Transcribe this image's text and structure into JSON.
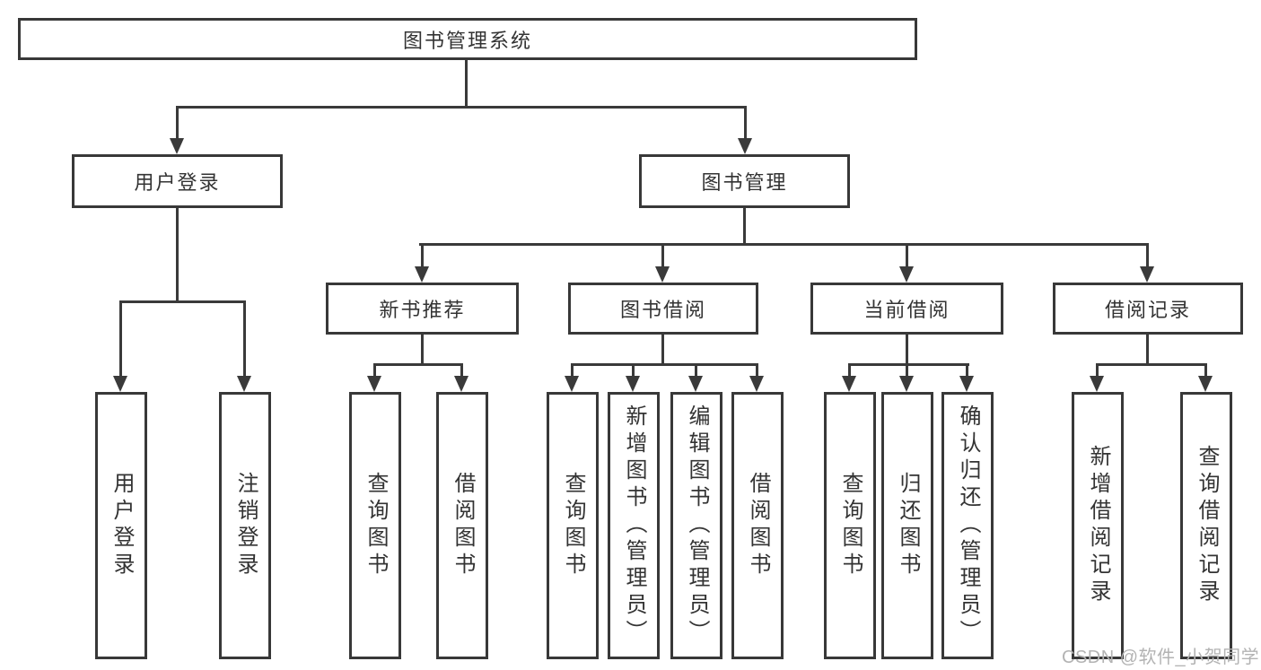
{
  "diagram_type": "hierarchy",
  "tree": {
    "label": "图书管理系统",
    "children": [
      {
        "label": "用户登录",
        "children": [
          {
            "label": "用户登录"
          },
          {
            "label": "注销登录"
          }
        ]
      },
      {
        "label": "图书管理",
        "children": [
          {
            "label": "新书推荐",
            "children": [
              {
                "label": "查询图书"
              },
              {
                "label": "借阅图书"
              }
            ]
          },
          {
            "label": "图书借阅",
            "children": [
              {
                "label": "查询图书"
              },
              {
                "label": "新增图书（管理员）"
              },
              {
                "label": "编辑图书（管理员）"
              },
              {
                "label": "借阅图书"
              }
            ]
          },
          {
            "label": "当前借阅",
            "children": [
              {
                "label": "查询图书"
              },
              {
                "label": "归还图书"
              },
              {
                "label": "确认归还（管理员）"
              }
            ]
          },
          {
            "label": "借阅记录",
            "children": [
              {
                "label": "新增借阅记录"
              },
              {
                "label": "查询借阅记录"
              }
            ]
          }
        ]
      }
    ]
  },
  "watermark": {
    "text": "CSDN @软件_小贺同学"
  },
  "colors": {
    "line": "#3a3a3a",
    "border": "#383838",
    "text": "#333333",
    "watermark": "#b3b3b3",
    "background": "#ffffff"
  }
}
